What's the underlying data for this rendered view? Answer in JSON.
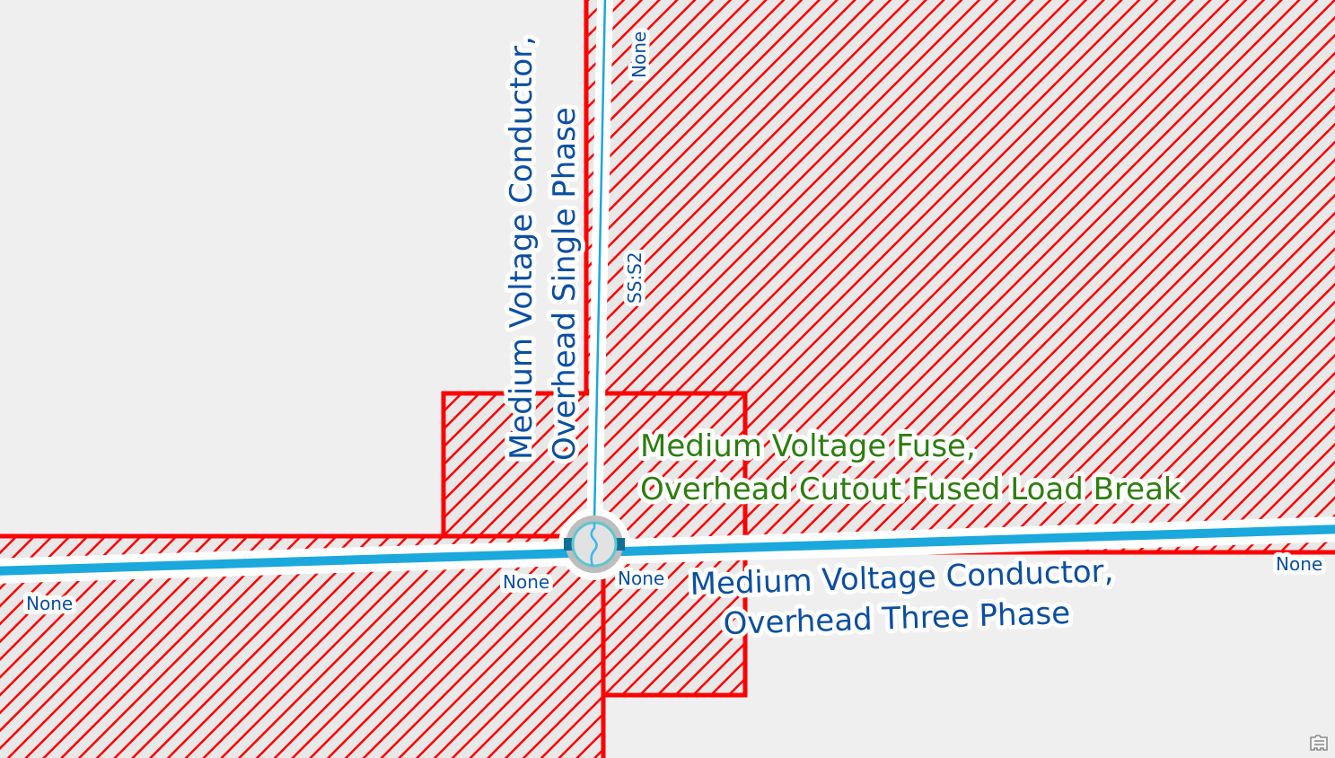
{
  "map": {
    "colors": {
      "background": "#efefef",
      "polygon_outline": "#ff0000",
      "conductor": "#1ba8dc",
      "label_blue": "#0b4fa3",
      "label_green": "#2e7d0f"
    },
    "labels": {
      "single_phase_line1": "Medium Voltage Conductor,",
      "single_phase_line2": "Overhead Single Phase",
      "fuse_line1": "Medium Voltage Fuse,",
      "fuse_line2": "Overhead Cutout Fused Load Break",
      "three_phase_line1": "Medium Voltage Conductor,",
      "three_phase_line2": "Overhead Three Phase",
      "phase_code": "SS:S2",
      "none_top": "None",
      "none_left": "None",
      "none_center_left": "None",
      "none_center_right": "None",
      "none_right": "None"
    },
    "icons": {
      "fuse": "fuse-symbol-icon",
      "legend": "legend-icon"
    }
  }
}
